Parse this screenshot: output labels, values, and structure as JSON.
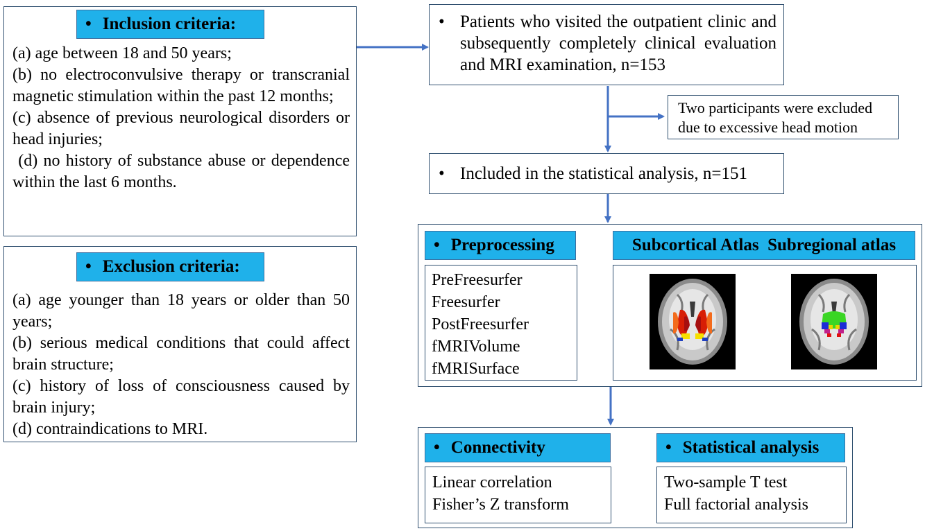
{
  "inclusion": {
    "header": "Inclusion criteria:",
    "bullet": "•",
    "items": [
      "(a) age between 18 and 50 years;",
      "(b) no electroconvulsive therapy or transcranial magnetic stimulation within the past 12 months;",
      "(c) absence of previous neurological disorders or head injuries;",
      " (d) no history of substance abuse or dependence within the last 6 months."
    ]
  },
  "exclusion": {
    "header": "Exclusion criteria:",
    "bullet": "•",
    "items": [
      "(a) age younger than 18 years or older than 50 years;",
      "(b) serious medical conditions that could affect brain structure;",
      "(c) history of loss of consciousness caused by brain injury;",
      "(d) contraindications to MRI."
    ]
  },
  "flow": {
    "patients": {
      "bullet": "•",
      "text": "Patients who visited the outpatient clinic and subsequently completely clinical evaluation and MRI examination, n=153"
    },
    "excluded": "Two participants were excluded due to excessive head motion",
    "included": {
      "bullet": "•",
      "text": "Included in the statistical analysis, n=151"
    }
  },
  "preprocessing": {
    "header": "Preprocessing",
    "bullet": "•",
    "steps": [
      "PreFreesurfer",
      "Freesurfer",
      "PostFreesurfer",
      "fMRIVolume",
      "fMRISurface"
    ]
  },
  "atlas": {
    "header": "Subcortical Atlas  Subregional atlas"
  },
  "connectivity": {
    "header": "Connectivity",
    "bullet": "•",
    "methods": [
      "Linear correlation",
      "Fisher’s Z transform"
    ]
  },
  "statistics": {
    "header": "Statistical analysis",
    "bullet": "•",
    "methods": [
      "Two-sample T test",
      "Full factorial analysis"
    ]
  },
  "colors": {
    "header_fill": "#1fb1ea",
    "arrow": "#4472c4",
    "border": "#2f4f6f"
  }
}
